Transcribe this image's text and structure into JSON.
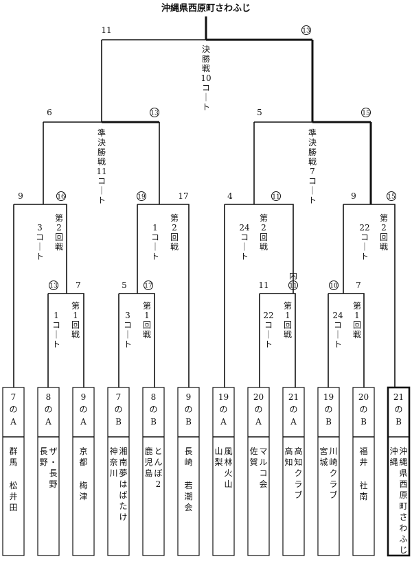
{
  "title": "沖縄県西原町さわふじ",
  "final": {
    "label": "決勝戦10コート",
    "left_score": "11",
    "right_score": "13",
    "right_circled": true
  },
  "semis": [
    {
      "label": "準決勝戦11コート",
      "left_score": "6",
      "right_score": "13",
      "right_circled": true
    },
    {
      "label": "準決勝戦7コート",
      "left_score": "5",
      "right_score": "15",
      "right_circled": true
    }
  ],
  "round2": [
    {
      "label": "第2回戦3コート",
      "left_score": "9",
      "right_score": "16",
      "right_circled": true
    },
    {
      "label": "第2回戦1コート",
      "left_score": "19",
      "right_score": "17",
      "left_circled": true
    },
    {
      "label": "第2回戦24コート",
      "left_score": "4",
      "right_score": "11",
      "right_circled": true
    },
    {
      "label": "第2回戦22コート",
      "left_score": "9",
      "right_score": "15",
      "right_circled": true
    }
  ],
  "round1": [
    {
      "label": "第1回戦1コート",
      "left_score": "13",
      "right_score": "7",
      "left_circled": true
    },
    {
      "label": "第1回戦3コート",
      "left_score": "5",
      "right_score": "17",
      "right_circled": true
    },
    {
      "label": "第1回戦22コート",
      "left_score": "11",
      "right_score": "11",
      "right_circled": true,
      "right_prefix": "内"
    },
    {
      "label": "第1回戦24コート",
      "left_score": "10",
      "right_score": "7",
      "left_circled": true
    }
  ],
  "teams": [
    {
      "seed": "7のA",
      "name": "群馬 松井田"
    },
    {
      "seed": "8のA",
      "name": "長野 ザ・長野"
    },
    {
      "seed": "9のA",
      "name": "京都 梅津"
    },
    {
      "seed": "7のB",
      "name": "神奈川 湘南夢はばたけ"
    },
    {
      "seed": "8のB",
      "name": "鹿児島 とんぼ2"
    },
    {
      "seed": "9のB",
      "name": "長崎 若潮会"
    },
    {
      "seed": "19のA",
      "name": "山梨 風林火山"
    },
    {
      "seed": "20のA",
      "name": "佐賀 マルコ会"
    },
    {
      "seed": "21のA",
      "name": "高知 高知クラブ"
    },
    {
      "seed": "19のB",
      "name": "宮城 川崎クラブ"
    },
    {
      "seed": "20のB",
      "name": "福井 社南"
    },
    {
      "seed": "21のB",
      "name": "沖縄 沖縄県西原町さわふじ",
      "champion": true
    }
  ]
}
